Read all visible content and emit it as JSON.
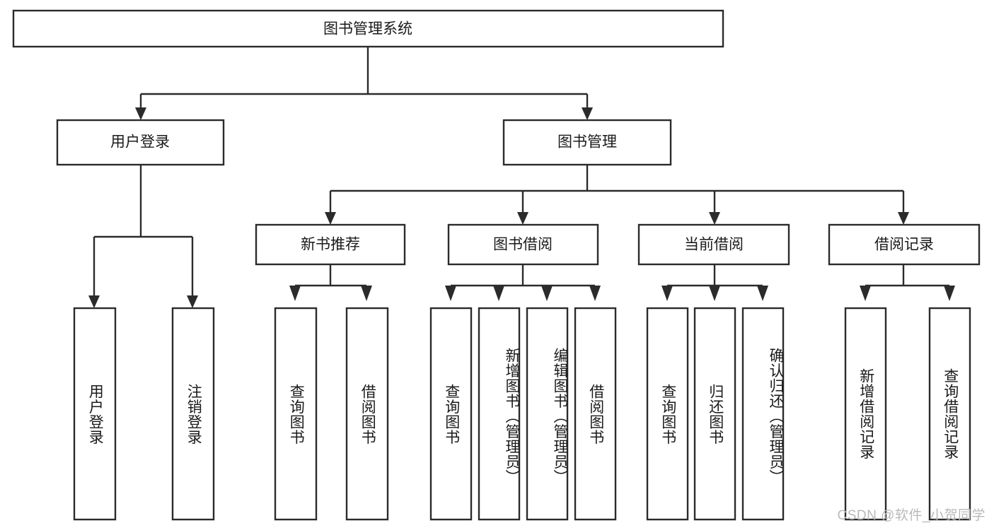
{
  "diagram": {
    "type": "tree",
    "title": "图书管理系统",
    "colors": {
      "box_stroke": "#2b2b2b",
      "box_fill": "#ffffff",
      "text": "#1a1a1a",
      "watermark": "#b9b9b9",
      "background": "#ffffff"
    },
    "levels": {
      "root": {
        "label": "图书管理系统"
      },
      "level2": [
        {
          "label": "用户登录"
        },
        {
          "label": "图书管理"
        }
      ],
      "level3": [
        {
          "label": "新书推荐"
        },
        {
          "label": "图书借阅"
        },
        {
          "label": "当前借阅"
        },
        {
          "label": "借阅记录"
        }
      ],
      "leaves": {
        "user_login": [
          {
            "label": "用户登录"
          },
          {
            "label": "注销登录"
          }
        ],
        "new_book_recommend": [
          {
            "label": "查询图书"
          },
          {
            "label": "借阅图书"
          }
        ],
        "book_borrow": [
          {
            "label": "查询图书"
          },
          {
            "label": "新增图书（管理员）"
          },
          {
            "label": "编辑图书（管理员）"
          },
          {
            "label": "借阅图书"
          }
        ],
        "current_borrow": [
          {
            "label": "查询图书"
          },
          {
            "label": "归还图书"
          },
          {
            "label": "确认归还（管理员）"
          }
        ],
        "borrow_records": [
          {
            "label": "新增借阅记录"
          },
          {
            "label": "查询借阅记录"
          }
        ]
      }
    },
    "edges": [
      {
        "from": "图书管理系统",
        "to": "用户登录"
      },
      {
        "from": "图书管理系统",
        "to": "图书管理"
      },
      {
        "from": "用户登录",
        "to": "用户登录"
      },
      {
        "from": "用户登录",
        "to": "注销登录"
      },
      {
        "from": "图书管理",
        "to": "新书推荐"
      },
      {
        "from": "图书管理",
        "to": "图书借阅"
      },
      {
        "from": "图书管理",
        "to": "当前借阅"
      },
      {
        "from": "图书管理",
        "to": "借阅记录"
      },
      {
        "from": "新书推荐",
        "to": "查询图书"
      },
      {
        "from": "新书推荐",
        "to": "借阅图书"
      },
      {
        "from": "图书借阅",
        "to": "查询图书"
      },
      {
        "from": "图书借阅",
        "to": "新增图书（管理员）"
      },
      {
        "from": "图书借阅",
        "to": "编辑图书（管理员）"
      },
      {
        "from": "图书借阅",
        "to": "借阅图书"
      },
      {
        "from": "当前借阅",
        "to": "查询图书"
      },
      {
        "from": "当前借阅",
        "to": "归还图书"
      },
      {
        "from": "当前借阅",
        "to": "确认归还（管理员）"
      },
      {
        "from": "借阅记录",
        "to": "新增借阅记录"
      },
      {
        "from": "借阅记录",
        "to": "查询借阅记录"
      }
    ]
  },
  "watermark": {
    "text": "CSDN @软件_小贺同学"
  }
}
